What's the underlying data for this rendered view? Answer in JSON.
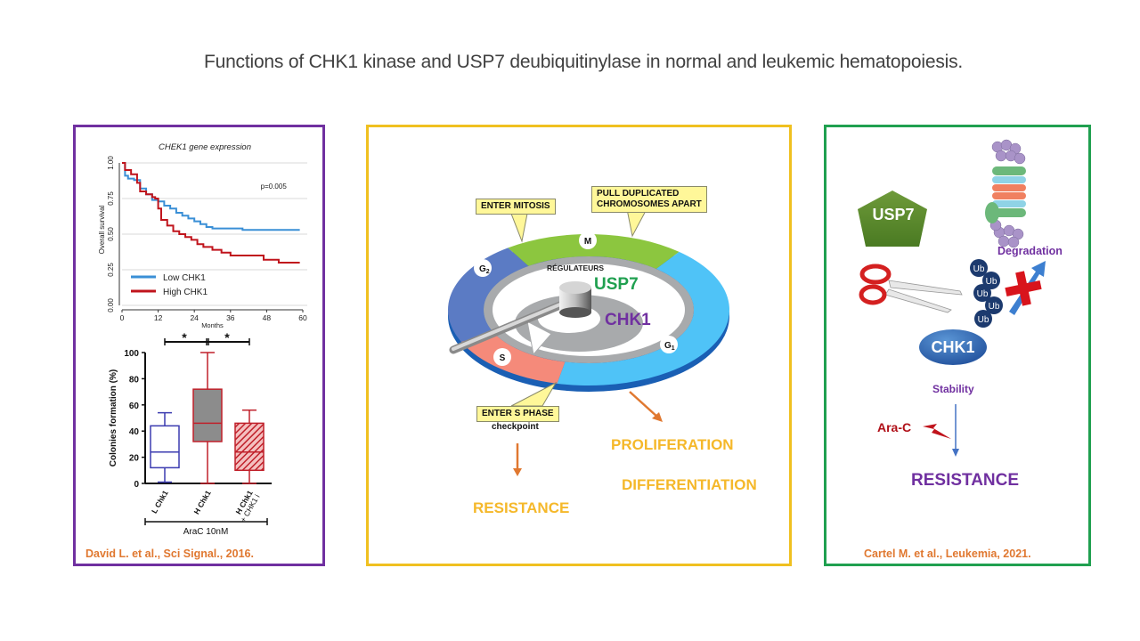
{
  "title": "Functions of CHK1 kinase and USP7 deubiquitinylase in normal and leukemic hematopoiesis.",
  "left_panel": {
    "citation": "David L. et al., Sci Signal., 2016.",
    "border_color": "#7030a0"
  },
  "middle_panel": {
    "border_color": "#f0c020",
    "callouts": {
      "enter_mitosis": "ENTER MITOSIS",
      "pull_line1": "PULL DUPLICATED",
      "pull_line2": "CHROMOSOMES APART",
      "enter_s_phase": "ENTER S PHASE",
      "checkpoint": "checkpoint"
    },
    "phases": {
      "g2": "G",
      "g2_sub": "2",
      "m": "M",
      "g1": "G",
      "g1_sub": "1",
      "s": "S"
    },
    "center_label": "RÉGULATEURS",
    "usp7": "USP7",
    "chk1": "CHK1",
    "outcomes": {
      "proliferation": "PROLIFERATION",
      "differentiation": "DIFFERENTIATION",
      "resistance": "RESISTANCE"
    },
    "phase_colors": {
      "g2": "#5b7bc4",
      "m": "#8cc63f",
      "g1": "#4fc3f7",
      "s": "#f58a7a"
    }
  },
  "right_panel": {
    "border_color": "#20a050",
    "usp7": "USP7",
    "degradation": "Degradation",
    "ub_labels": [
      "Ub",
      "Ub",
      "Ub",
      "Ub",
      "Ub"
    ],
    "chk1": "CHK1",
    "stability": "Stability",
    "arac": "Ara-C",
    "resistance": "RESISTANCE",
    "citation": "Cartel M. et al., Leukemia, 2021."
  },
  "chart_data": [
    {
      "type": "line",
      "title": "CHEK1 gene expression",
      "xlabel": "Months",
      "ylabel": "Overall survival",
      "xlim": [
        0,
        60
      ],
      "ylim": [
        0,
        1
      ],
      "xticks": [
        "0",
        "12",
        "24",
        "36",
        "48",
        "60"
      ],
      "yticks": [
        "0.00",
        "0.25",
        "0.50",
        "0.75",
        "1.00"
      ],
      "annotation": "p=0.005",
      "legend_position": "bottom-left",
      "grid": true,
      "series": [
        {
          "name": "Low CHK1",
          "color": "#3a8fd6",
          "x": [
            0,
            1,
            2,
            4,
            5,
            6,
            8,
            10,
            12,
            14,
            16,
            18,
            20,
            22,
            24,
            26,
            28,
            30,
            36,
            39,
            40,
            50,
            59
          ],
          "y": [
            1.0,
            0.91,
            0.89,
            0.88,
            0.88,
            0.82,
            0.78,
            0.74,
            0.73,
            0.7,
            0.68,
            0.65,
            0.63,
            0.61,
            0.59,
            0.57,
            0.55,
            0.54,
            0.54,
            0.54,
            0.53,
            0.53,
            0.53
          ]
        },
        {
          "name": "High CHK1",
          "color": "#c0141c",
          "x": [
            0,
            1,
            3,
            5,
            6,
            8,
            10,
            11,
            12,
            13,
            15,
            17,
            19,
            21,
            23,
            25,
            27,
            30,
            33,
            36,
            40,
            46,
            47,
            52,
            59
          ],
          "y": [
            1.0,
            0.95,
            0.92,
            0.86,
            0.8,
            0.78,
            0.76,
            0.75,
            0.68,
            0.6,
            0.56,
            0.52,
            0.5,
            0.48,
            0.46,
            0.43,
            0.41,
            0.39,
            0.37,
            0.35,
            0.35,
            0.35,
            0.32,
            0.3,
            0.3
          ]
        }
      ]
    },
    {
      "type": "box",
      "title": "",
      "xlabel": "AraC 10nM",
      "ylabel": "Colonies formation (%)",
      "ylim": [
        0,
        100
      ],
      "yticks": [
        "0",
        "20",
        "40",
        "60",
        "80",
        "100"
      ],
      "categories": [
        "L Chk1",
        "H Chk1",
        "H Chk1 + CHK1 i"
      ],
      "boxes": [
        {
          "name": "L Chk1",
          "min": 1,
          "q1": 12,
          "median": 24,
          "q3": 44,
          "max": 54,
          "color": "#3b3bb0",
          "fill": "none"
        },
        {
          "name": "H Chk1",
          "min": 0,
          "q1": 32,
          "median": 46,
          "q3": 72,
          "max": 100,
          "color": "#c0202a",
          "fill": "#8c8c8c"
        },
        {
          "name": "H Chk1 + CHK1 i",
          "min": 0,
          "q1": 10,
          "median": 24,
          "q3": 46,
          "max": 56,
          "color": "#c0202a",
          "fill": "hatched"
        }
      ],
      "significance": [
        "*",
        "*"
      ]
    }
  ]
}
